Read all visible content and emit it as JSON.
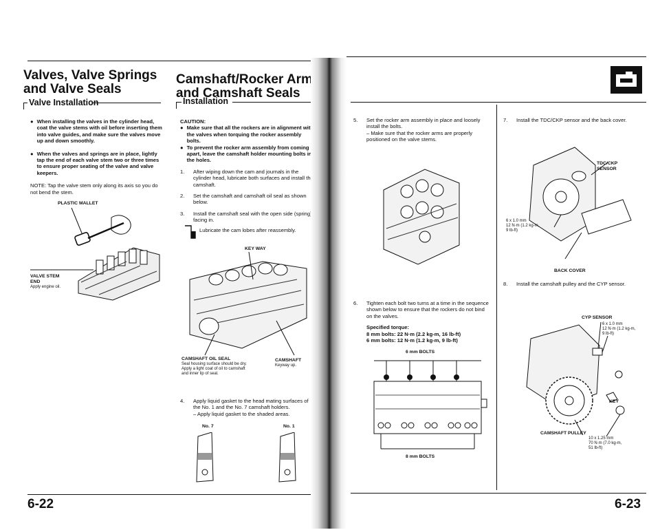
{
  "left": {
    "col1": {
      "title_line1": "Valves, Valve Springs",
      "title_line2": "and Valve Seals",
      "subtitle": "Valve Installation",
      "bullet1": "When installing the valves in the cylinder head, coat the valve stems with oil before inserting them into valve guides, and make sure the valves move up and down smoothly.",
      "bullet2": "When the valves and springs are in place, lightly tap the end of each valve stem two or three times to ensure proper seating of the valve and valve keepers.",
      "note": "NOTE: Tap the valve stem only along its axis so you do not bend the stem.",
      "fig_label_mallet": "PLASTIC MALLET",
      "fig_label_stem": "VALVE STEM\nEND",
      "fig_label_oil": "Apply engine oil."
    },
    "col2": {
      "title_line1": "Camshaft/Rocker Arms",
      "title_line2": "and Camshaft Seals",
      "subtitle": "Installation",
      "caution_head": "CAUTION:",
      "caution1": "Make sure that all the rockers are in alignment with the valves when torquing the rocker assembly bolts.",
      "caution2": "To prevent the rocker arm assembly from coming apart, leave the camshaft holder mounting bolts in the holes.",
      "step1": "After wiping down the cam and journals in the cylinder head, lubricate both surfaces and install the camshaft.",
      "step2": "Set the camshaft and camshaft oil seal as shown below.",
      "step3": "Install the camshaft seal with the open side (spring) facing in.",
      "lubricate": "Lubricate the cam lobes after reassembly.",
      "fig_keyway": "KEY WAY",
      "fig_oilseal": "CAMSHAFT OIL SEAL",
      "fig_oilseal_note": "Seal housing surface should be dry.\nApply a light coat of oil to camshaft\nand inner lip of seal.",
      "fig_camshaft": "CAMSHAFT",
      "fig_keyway_up": "Keyway up.",
      "step4": "Apply liquid gasket to the head mating surfaces of the No. 1 and the No. 7 camshaft holders.",
      "step4b": "– Apply liquid gasket to the shaded areas.",
      "no7": "No. 7",
      "no1": "No. 1"
    },
    "page_number": "6-22"
  },
  "right": {
    "col3": {
      "step5": "Set the rocker arm assembly in place and loosely install the bolts.",
      "step5b": "– Make sure that the rocker arms are properly positioned on the valve stems.",
      "step6": "Tighten each bolt two turns at a time in the sequence shown below to ensure that the rockers do not bind on the valves.",
      "torque_head": "Specified torque:",
      "torque1": "8 mm bolts: 22 N·m (2.2 kg-m, 16 lb-ft)",
      "torque2": "6 mm bolts: 12 N·m (1.2 kg-m, 9 lb-ft)",
      "fig_6mm": "6 mm BOLTS",
      "fig_8mm": "8 mm BOLTS"
    },
    "col4": {
      "step7": "Install the TDC/CKP sensor and the back cover.",
      "fig_tdc": "TDC/CKP\nSENSOR",
      "fig_6x1": "6 x 1.0 mm\n12 N·m (1.2 kg-m,\n9 lb-ft)",
      "fig_back": "BACK COVER",
      "step8": "Install the camshaft pulley and the CYP sensor.",
      "fig_cyp": "CYP SENSOR",
      "fig_6x1b": "6 x 1.0 mm\n12 N·m (1.2 kg-m,\n9 lb-ft)",
      "fig_key": "KEY",
      "fig_pulley": "CAMSHAFT PULLEY",
      "fig_10x": "10 x 1.25 mm\n70 N·m (7.0 kg-m,\n51 lb-ft)"
    },
    "page_number": "6-23"
  }
}
